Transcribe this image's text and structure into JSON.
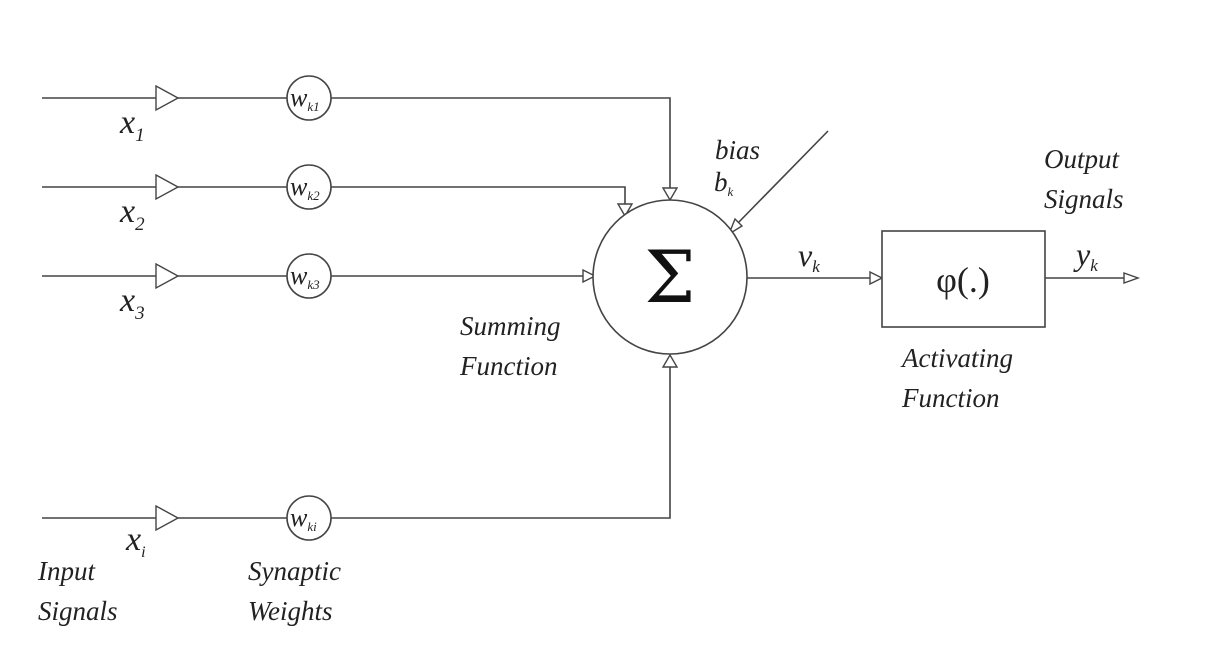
{
  "diagram": {
    "type": "artificial-neuron-model",
    "inputs": [
      {
        "symbol": "x",
        "sub": "1",
        "weight_symbol": "w",
        "weight_sub": "k1"
      },
      {
        "symbol": "x",
        "sub": "2",
        "weight_symbol": "w",
        "weight_sub": "k2"
      },
      {
        "symbol": "x",
        "sub": "3",
        "weight_symbol": "w",
        "weight_sub": "k3"
      },
      {
        "symbol": "x",
        "sub": "i",
        "weight_symbol": "w",
        "weight_sub": "ki"
      }
    ],
    "bias": {
      "label": "bias",
      "symbol": "b",
      "sub": "k"
    },
    "summing": {
      "symbol": "Σ",
      "label_line1": "Summing",
      "label_line2": "Function"
    },
    "induced_field": {
      "symbol": "v",
      "sub": "k"
    },
    "activation": {
      "symbol": "φ(.)",
      "label_line1": "Activating",
      "label_line2": "Function"
    },
    "output": {
      "symbol": "y",
      "sub": "k",
      "label_line1": "Output",
      "label_line2": "Signals"
    },
    "input_label": {
      "line1": "Input",
      "line2": "Signals"
    },
    "weights_label": {
      "line1": "Synaptic",
      "line2": "Weights"
    }
  }
}
